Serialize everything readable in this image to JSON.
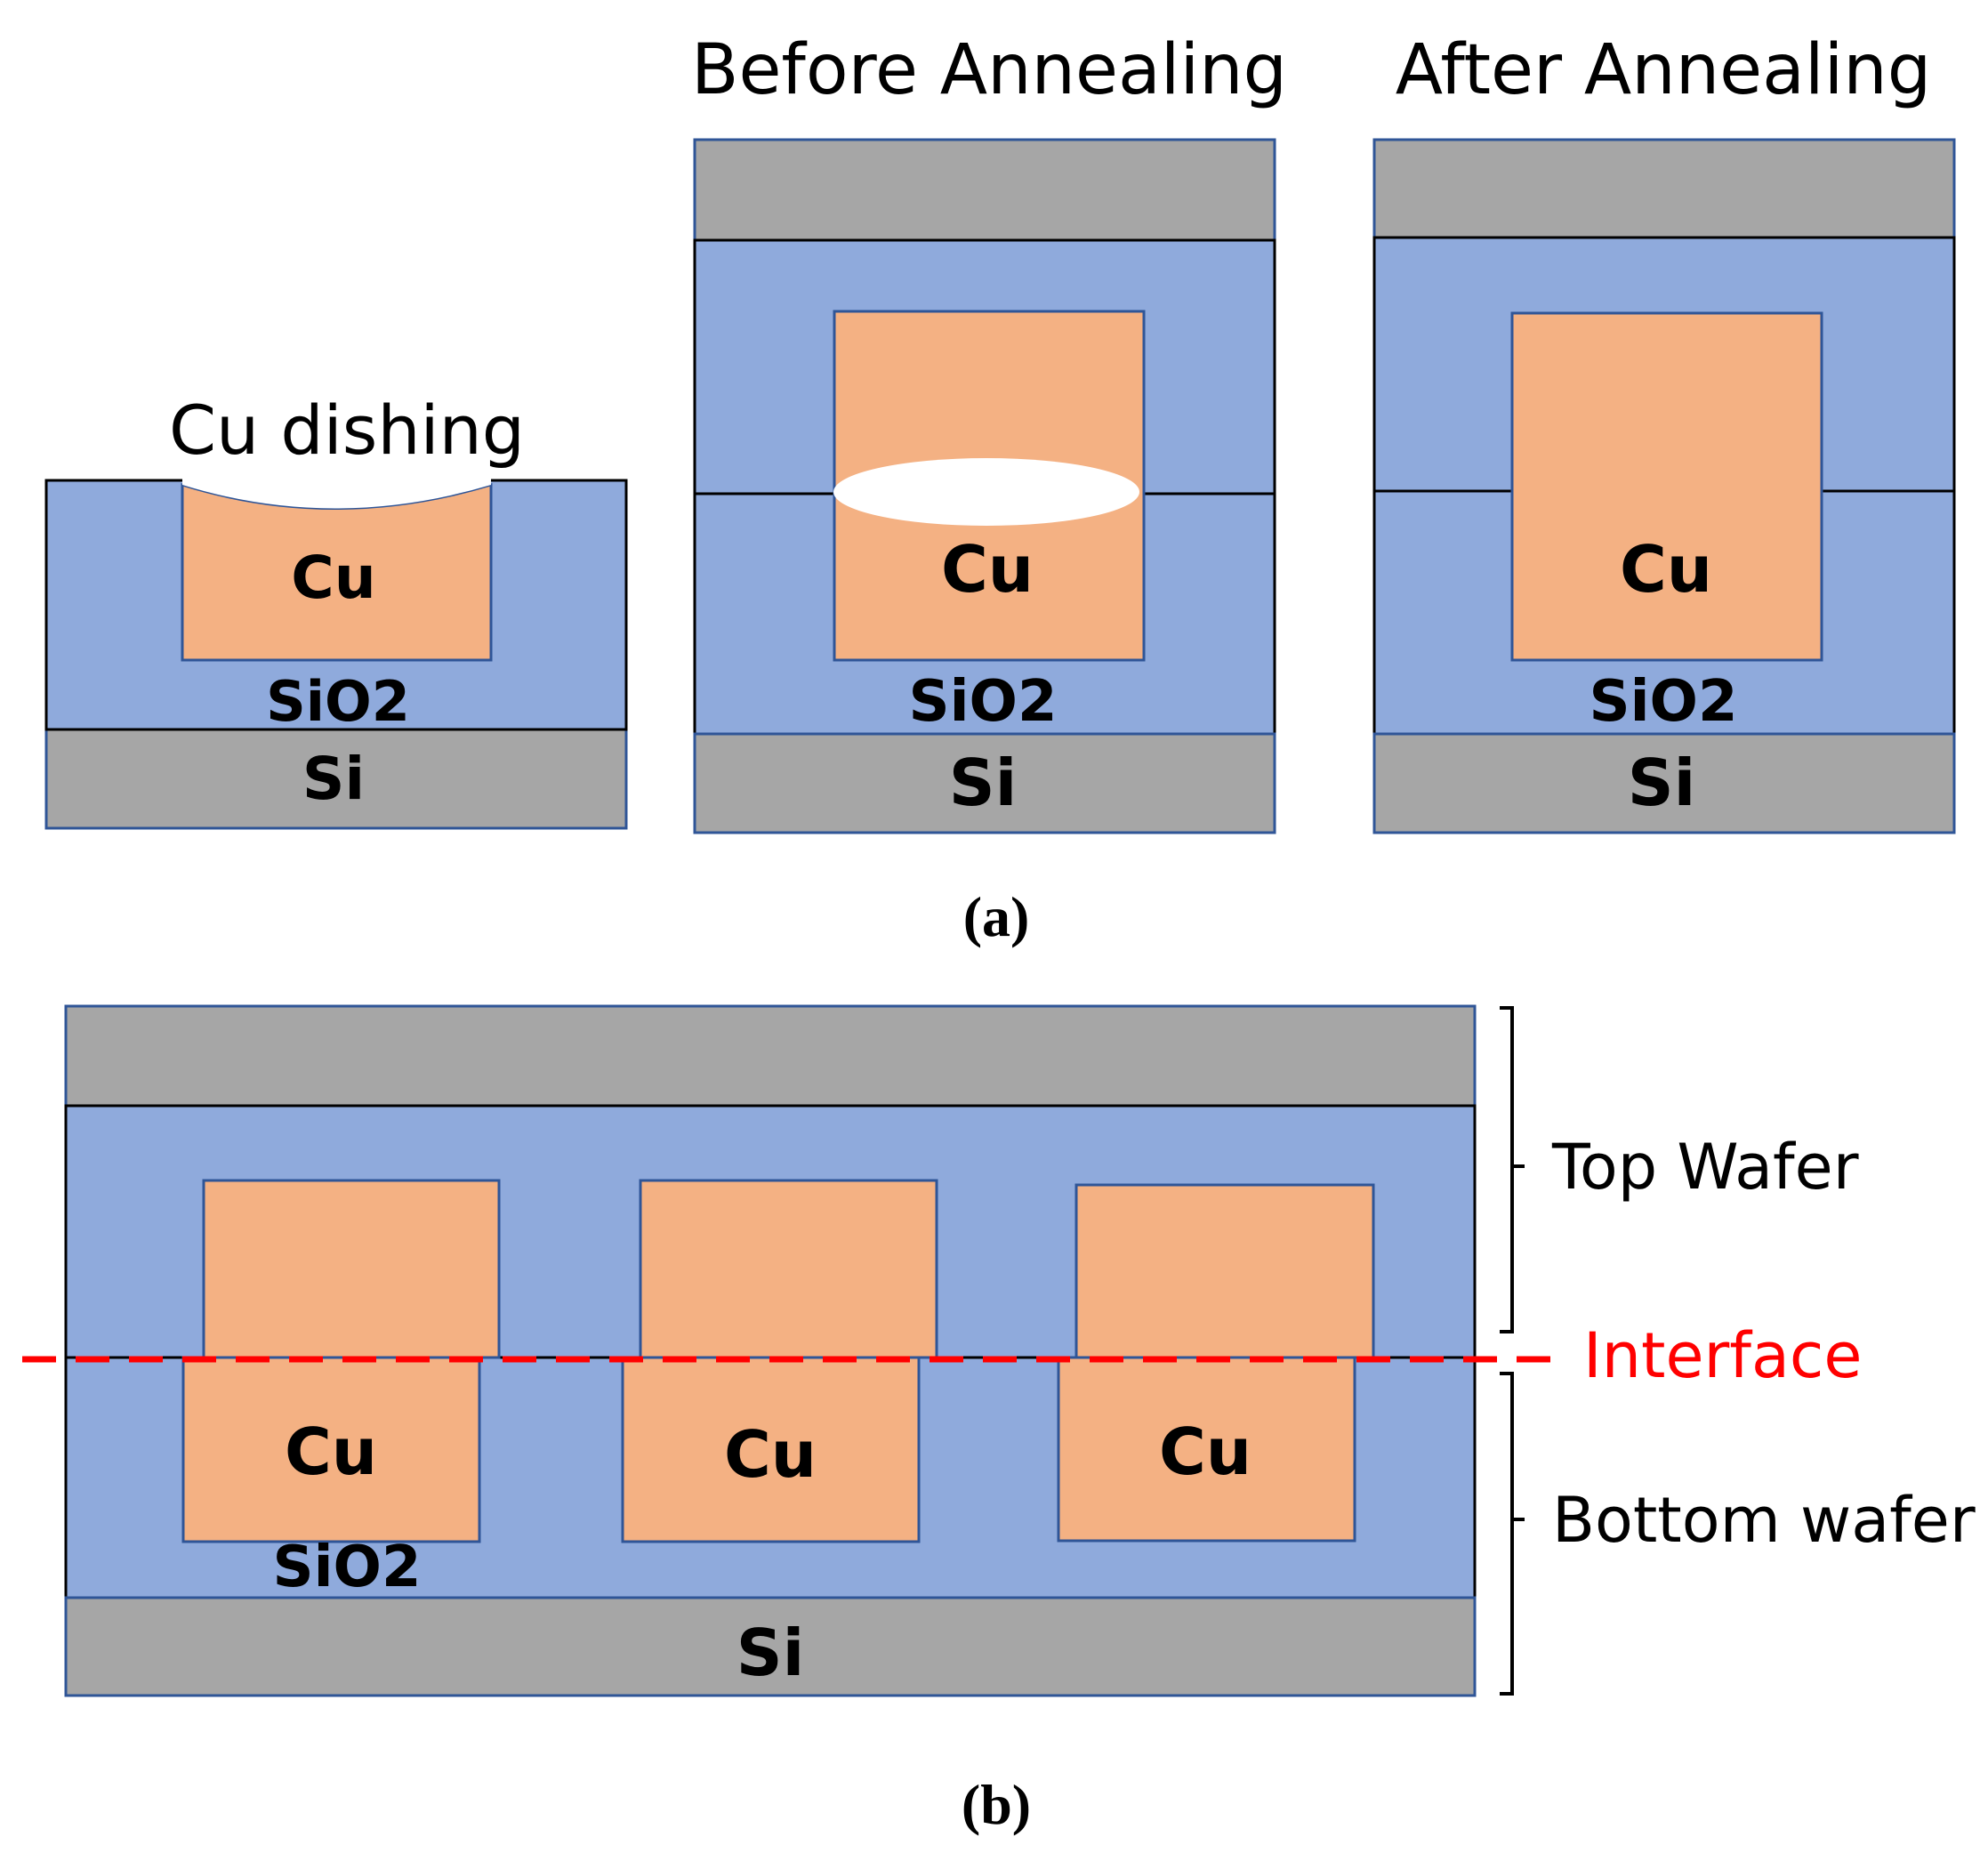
{
  "colors": {
    "sio2": "#8faadc",
    "si": "#a6a6a6",
    "cu": "#f4b183",
    "outline": "#2f5597",
    "bond_line": "#000000",
    "void": "#ffffff",
    "interface": "#ff0000",
    "text": "#000000"
  },
  "panel_a": {
    "caption": "(a)",
    "dishing_label": "Cu dishing",
    "before_title": "Before Annealing",
    "after_title": "After Annealing",
    "cu_label": "Cu",
    "sio2_label": "SiO2",
    "si_label": "Si"
  },
  "panel_b": {
    "caption": "(b)",
    "cu_label": "Cu",
    "sio2_label": "SiO2",
    "si_label": "Si",
    "top_wafer_label": "Top Wafer",
    "bottom_wafer_label": "Bottom wafer",
    "interface_label": "Interface"
  }
}
